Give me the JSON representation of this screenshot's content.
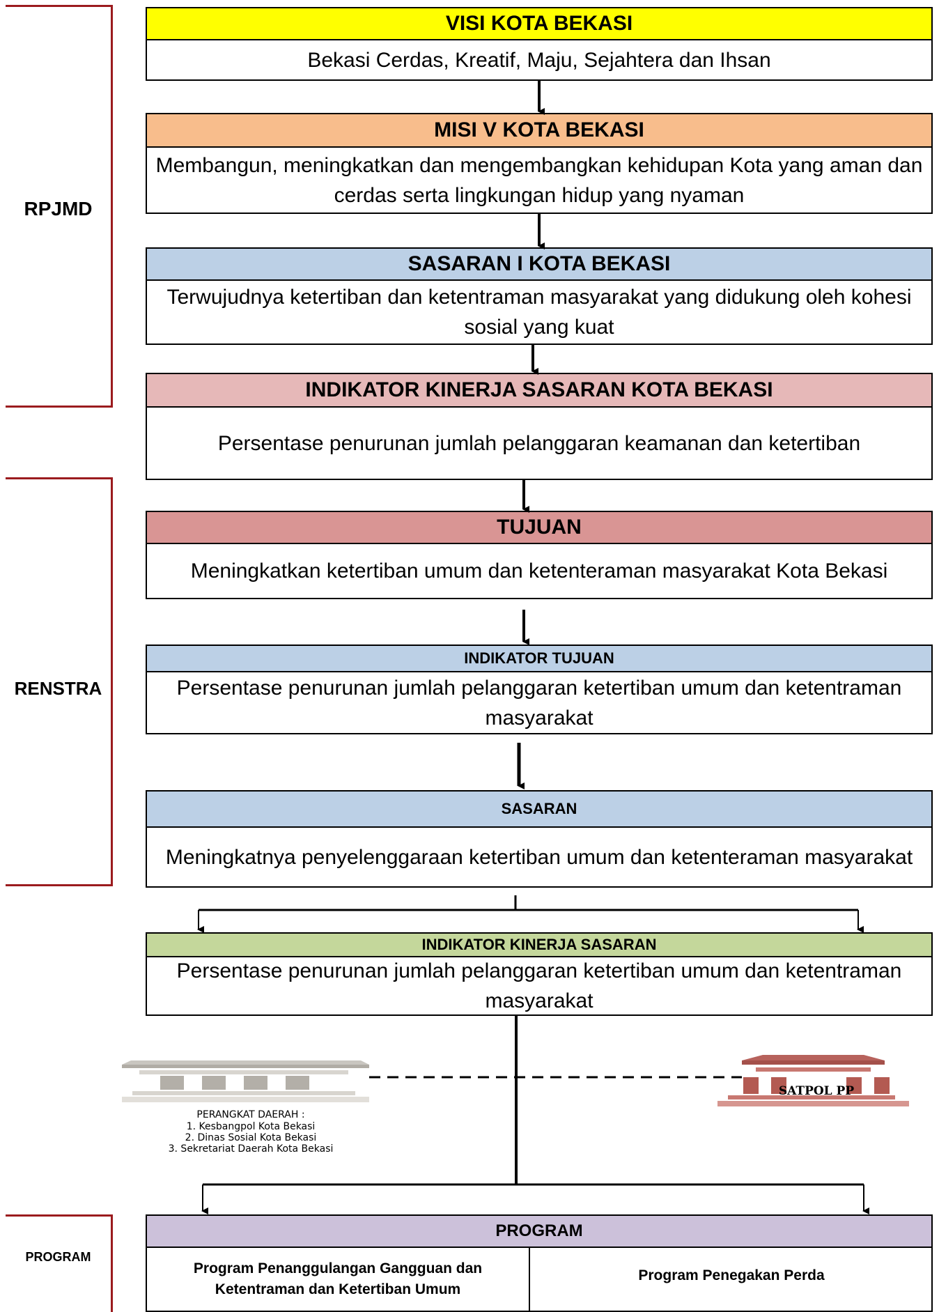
{
  "side_labels": {
    "rpjmd": "RPJMD",
    "renstra": "RENSTRA",
    "program": "PROGRAM"
  },
  "colors": {
    "visi": "#ffff00",
    "misi": "#f8bd8c",
    "sasaran_i": "#bcd0e6",
    "indikator_kinerja_kota": "#e6b8b8",
    "tujuan": "#d99594",
    "indikator_tujuan": "#bcd0e6",
    "sasaran": "#bcd0e6",
    "indikator_kinerja_sasaran": "#c4d79b",
    "program": "#ccc1da",
    "side_border": "#9b1b1e"
  },
  "boxes": {
    "visi": {
      "title": "VISI KOTA BEKASI",
      "body": "Bekasi Cerdas, Kreatif, Maju, Sejahtera dan Ihsan"
    },
    "misi": {
      "title": "MISI V KOTA BEKASI",
      "body": "Membangun, meningkatkan dan mengembangkan kehidupan Kota yang aman dan cerdas serta lingkungan hidup yang nyaman"
    },
    "sasaran_i": {
      "title": "SASARAN I KOTA BEKASI",
      "body": "Terwujudnya ketertiban dan ketentraman masyarakat yang didukung oleh kohesi sosial yang kuat"
    },
    "indikator_kinerja_kota": {
      "title": "INDIKATOR KINERJA SASARAN KOTA BEKASI",
      "body": "Persentase penurunan jumlah pelanggaran keamanan dan ketertiban"
    },
    "tujuan": {
      "title": "TUJUAN",
      "body": "Meningkatkan ketertiban umum dan ketenteraman masyarakat Kota Bekasi"
    },
    "indikator_tujuan": {
      "title": "INDIKATOR TUJUAN",
      "body": "Persentase penurunan jumlah pelanggaran ketertiban umum dan ketentraman masyarakat"
    },
    "sasaran": {
      "title": "SASARAN",
      "body": "Meningkatnya penyelenggaraan ketertiban umum dan ketenteraman masyarakat"
    },
    "indikator_kinerja_sasaran": {
      "title": "INDIKATOR KINERJA SASARAN",
      "body": "Persentase penurunan jumlah pelanggaran ketertiban umum dan ketentraman masyarakat"
    },
    "program": {
      "title": "PROGRAM",
      "left": "Program Penanggulangan Gangguan dan Ketentraman dan  Ketertiban Umum",
      "right": "Program Penegakan Perda"
    }
  },
  "perangkat_daerah": {
    "heading": "PERANGKAT DAERAH :",
    "items": [
      "1. Kesbangpol Kota Bekasi",
      "2. Dinas Sosial Kota Bekasi",
      "3. Sekretariat Daerah Kota Bekasi"
    ]
  },
  "satpol_label": "SATPOL PP"
}
